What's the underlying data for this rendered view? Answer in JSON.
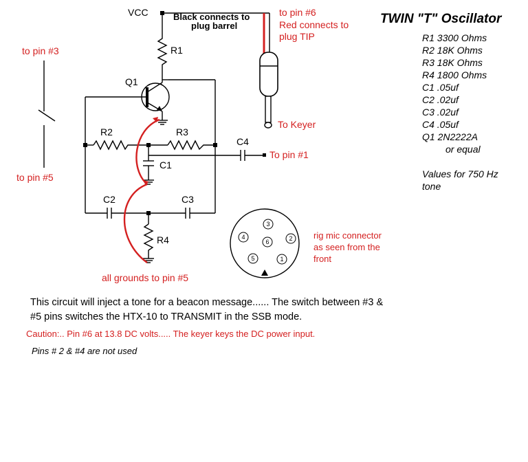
{
  "title": "TWIN \"T\" Oscillator",
  "parts_list": [
    "R1  3300 Ohms",
    "R2  18K Ohms",
    "R3   18K Ohms",
    "R4   1800 Ohms",
    "C1  .05uf",
    "C2  .02uf",
    "C3  .02uf",
    "C4   .05uf",
    "Q1   2N2222A",
    "or equal"
  ],
  "values_note": [
    "Values for 750 Hz",
    "tone"
  ],
  "component_labels": {
    "vcc": "VCC",
    "r1": "R1",
    "r2": "R2",
    "r3": "R3",
    "r4": "R4",
    "c1": "C1",
    "c2": "C2",
    "c3": "C3",
    "c4": "C4",
    "q1": "Q1"
  },
  "annotations": {
    "black_plug": [
      "Black connects to",
      "plug barrel"
    ],
    "to_pin6": "to pin #6",
    "red_plug": [
      "Red connects to",
      "plug TIP"
    ],
    "to_keyer": "To Keyer",
    "to_pin1": "To pin #1",
    "to_pin3": "to pin #3",
    "to_pin5": "to pin #5",
    "grounds": "all grounds to pin #5",
    "connector_label": [
      "rig mic connector",
      "as seen from the",
      "front"
    ]
  },
  "connector_pins": [
    "3",
    "4",
    "6",
    "2",
    "5",
    "1"
  ],
  "body_text": {
    "line1": "This circuit will inject a tone for a beacon message...... The switch between #3 &",
    "line2": "#5 pins switches the HTX-10 to TRANSMIT in the SSB mode.",
    "caution": "Caution:.. Pin #6 at 13.8 DC volts..... The keyer keys the DC power input.",
    "pins_unused": "Pins # 2 & #4 are not used"
  },
  "colors": {
    "annotation_red": "#d42020",
    "ink": "#000000"
  }
}
